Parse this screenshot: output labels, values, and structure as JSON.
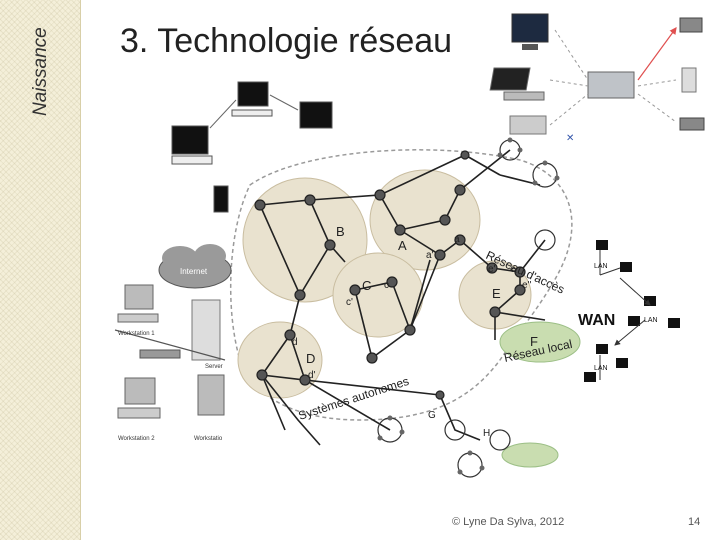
{
  "sidebar": {
    "label": "Naissance"
  },
  "title": "3. Technologie réseau",
  "diagram": {
    "cloud_label": "Internet",
    "workstations": [
      "Workstation 1",
      "Workstation 2",
      "Workstatio"
    ],
    "server_label": "Server",
    "regions": [
      "A",
      "B",
      "C",
      "D",
      "E",
      "F"
    ],
    "node_labels": [
      "a",
      "a'",
      "c",
      "c'",
      "d",
      "d'",
      "e",
      "e'",
      "e''",
      "G",
      "H"
    ],
    "annotation_acces": "Réseau d'accès",
    "annotation_local": "Réseau local",
    "annotation_autonomes": "Systèmes autonomes",
    "wan_label": "WAN",
    "lan_label": "LAN"
  },
  "footer": {
    "copyright": "© Lyne Da Sylva, 2012",
    "page": "14"
  }
}
